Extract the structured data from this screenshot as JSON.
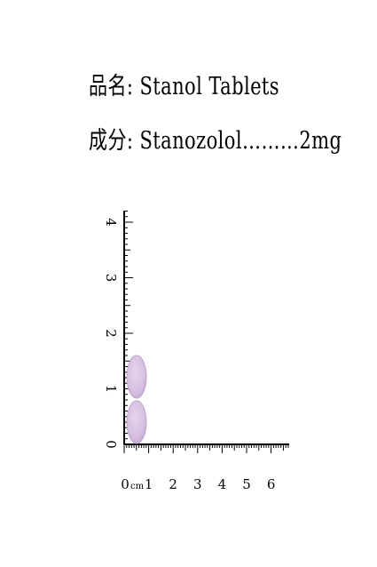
{
  "product": {
    "name_label": "品名",
    "name_value": "Stanol Tablets",
    "ingredient_label": "成分",
    "ingredient_value": "Stanozolol………2mg",
    "separator": ":"
  },
  "ruler": {
    "vertical_labels": [
      "0",
      "1",
      "2",
      "3",
      "4"
    ],
    "horizontal_labels": [
      "0",
      "1",
      "2",
      "3",
      "4",
      "5",
      "6"
    ],
    "unit": "cm"
  },
  "tablets": {
    "count": 2,
    "color": "#d7bfe0",
    "edge_color": "#b89dc8"
  }
}
